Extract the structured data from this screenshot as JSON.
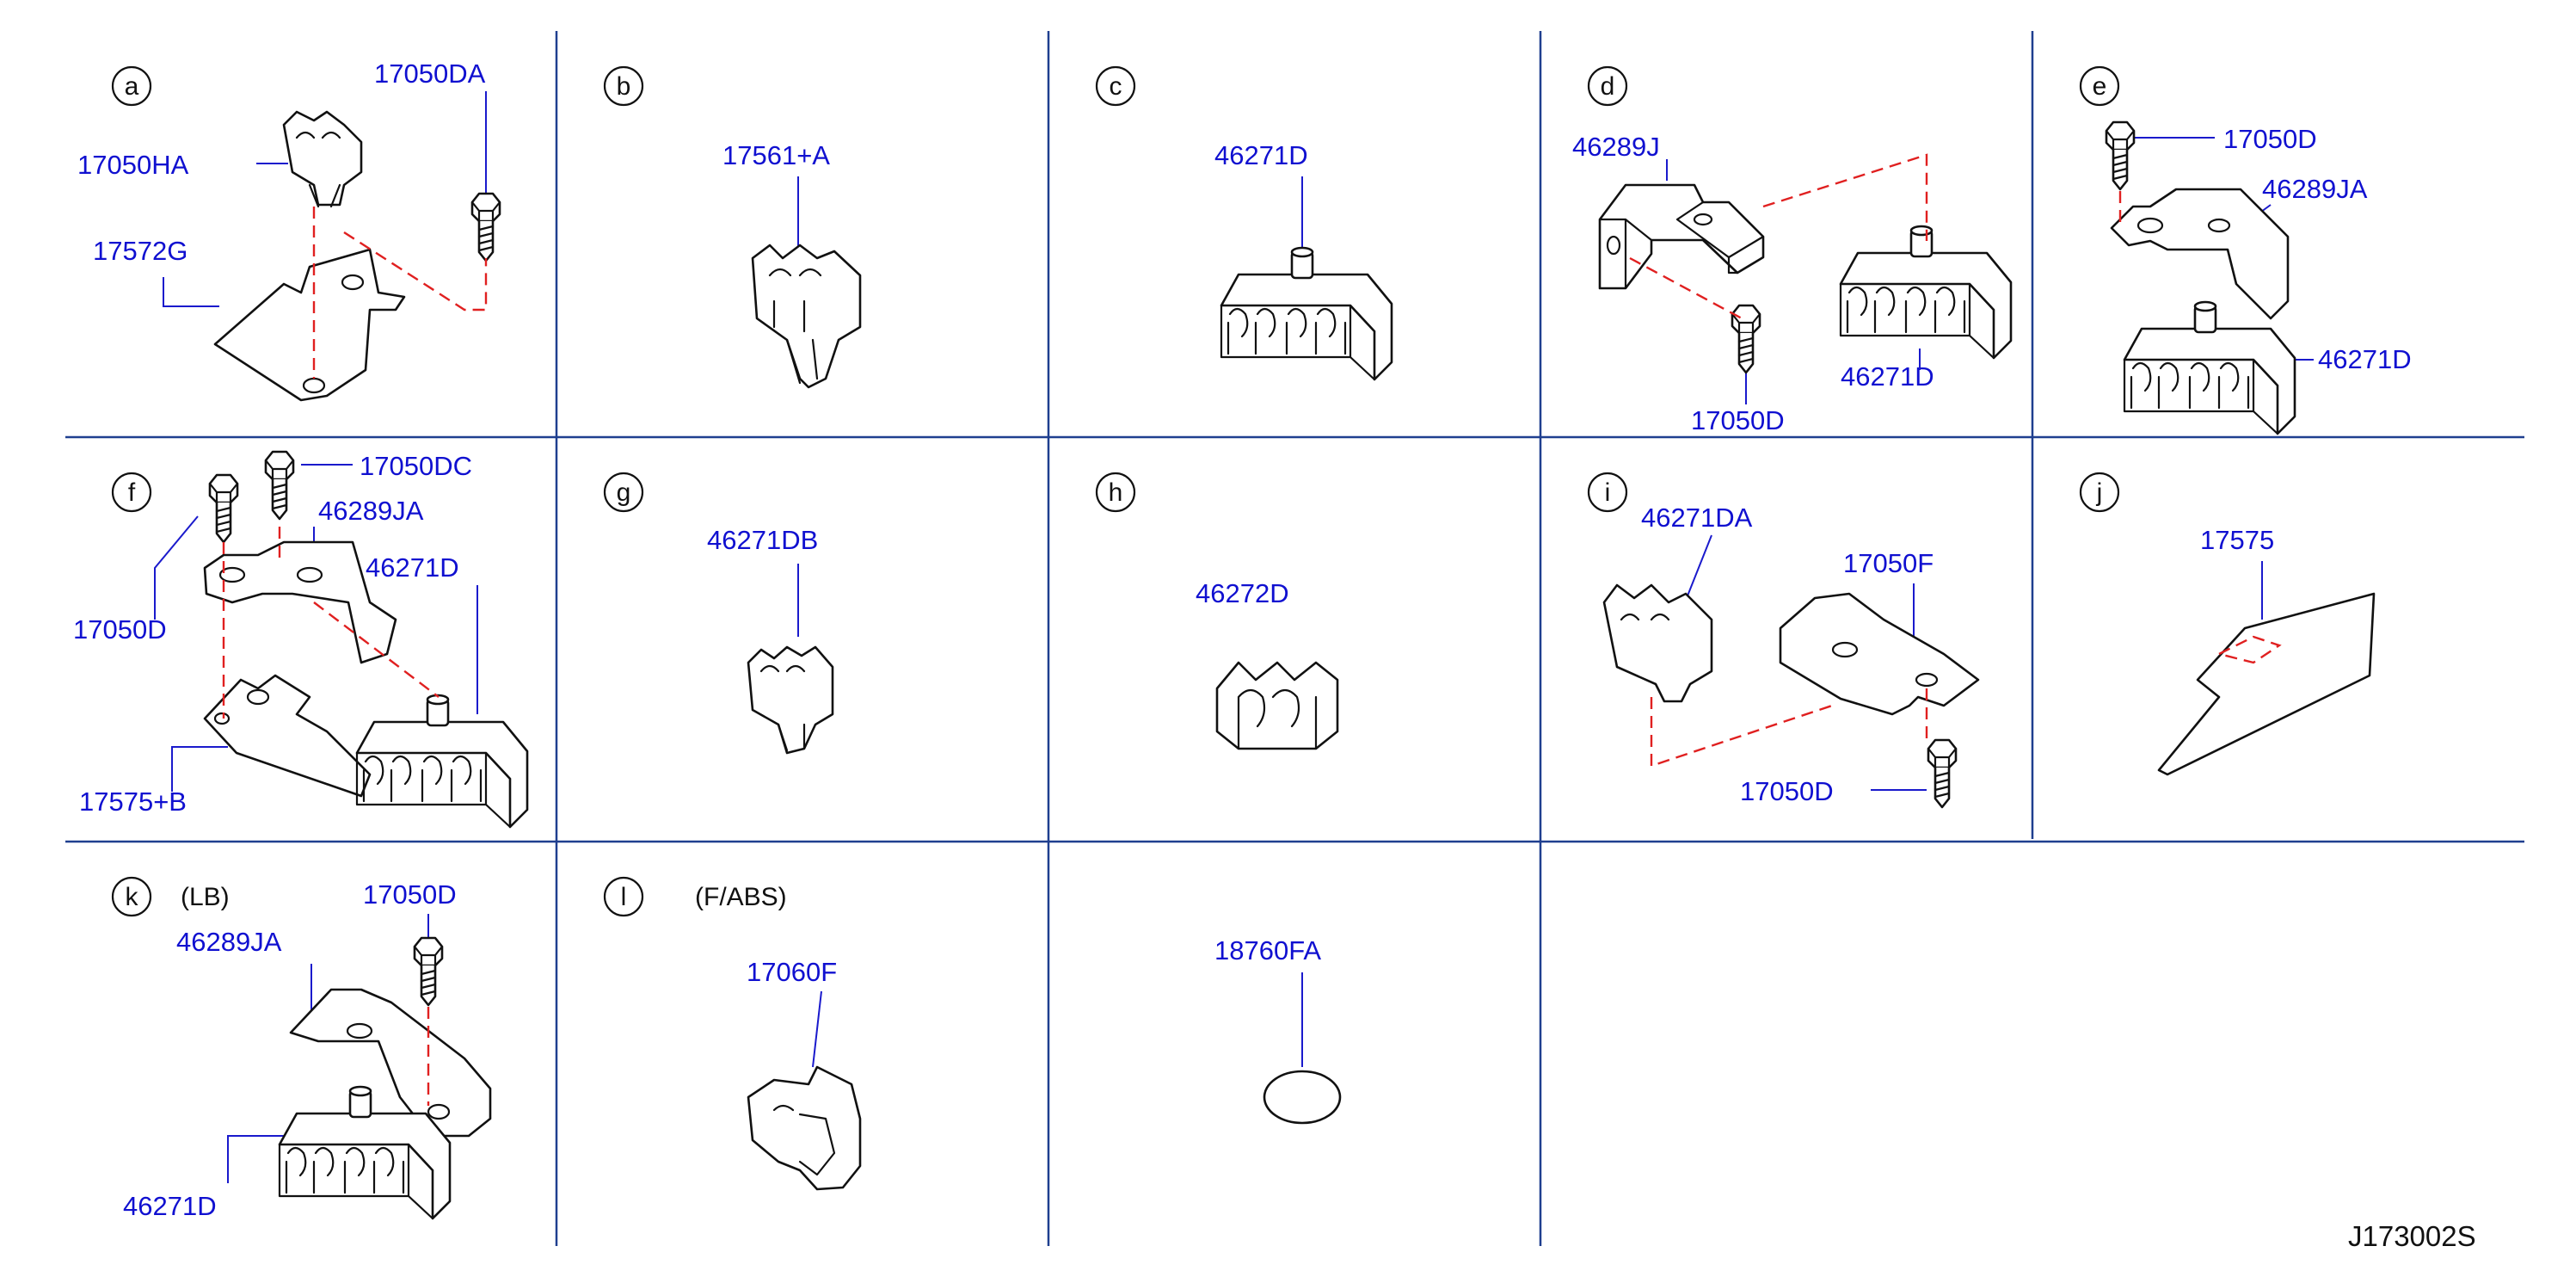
{
  "panels": {
    "a": {
      "letter": "a",
      "parts": [
        "17050DA",
        "17050HA",
        "17572G"
      ]
    },
    "b": {
      "letter": "b",
      "parts": [
        "17561+A"
      ]
    },
    "c": {
      "letter": "c",
      "parts": [
        "46271D"
      ]
    },
    "d": {
      "letter": "d",
      "parts": [
        "46289J",
        "46271D",
        "17050D"
      ]
    },
    "e": {
      "letter": "e",
      "parts": [
        "17050D",
        "46289JA",
        "46271D"
      ]
    },
    "f": {
      "letter": "f",
      "parts": [
        "17050DC",
        "46289JA",
        "46271D",
        "17050D",
        "17575+B"
      ]
    },
    "g": {
      "letter": "g",
      "parts": [
        "46271DB"
      ]
    },
    "h": {
      "letter": "h",
      "parts": [
        "46272D"
      ]
    },
    "i": {
      "letter": "i",
      "parts": [
        "46271DA",
        "17050F",
        "17050D"
      ]
    },
    "j": {
      "letter": "j",
      "parts": [
        "17575"
      ]
    },
    "k": {
      "letter": "k",
      "note": "(LB)",
      "parts": [
        "17050D",
        "46289JA",
        "46271D"
      ]
    },
    "l": {
      "letter": "l",
      "note": "(F/ABS)",
      "parts": [
        "17060F"
      ]
    },
    "m": {
      "parts": [
        "18760FA"
      ]
    }
  },
  "reference": "J173002S"
}
